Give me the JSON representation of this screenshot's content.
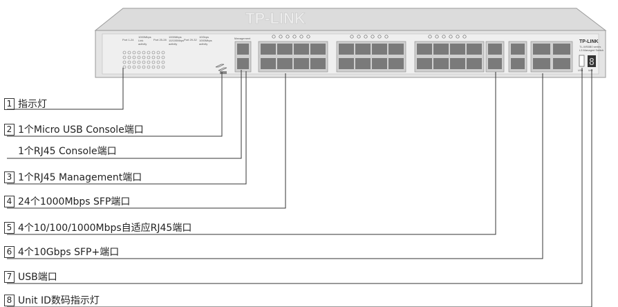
{
  "device": {
    "brand_logo": "TP-LINK",
    "front_logo": "TP-LINK",
    "model": "TL-WS6B0 series",
    "type": "L3 Managed Switch",
    "port_labels": {
      "management": "Management",
      "usb": "USB",
      "unit": "Unit"
    },
    "led_legend": [
      {
        "range": "Port 1-24",
        "items": [
          "1000Mbps",
          "Link",
          "activity"
        ]
      },
      {
        "range": "Port 25-28",
        "items": [
          "1000Mbps",
          "10/100Mbps",
          "activity"
        ]
      },
      {
        "range": "Port 29-32",
        "items": [
          "10Gbps",
          "1000Mbps",
          "activity"
        ]
      }
    ]
  },
  "callouts": [
    {
      "num": "1",
      "text": "指示灯"
    },
    {
      "num": "2",
      "text": "1个Micro USB Console端口"
    },
    {
      "num": "",
      "text": "1个RJ45 Console端口"
    },
    {
      "num": "3",
      "text": "1个RJ45 Management端口"
    },
    {
      "num": "4",
      "text": "24个1000Mbps SFP端口"
    },
    {
      "num": "5",
      "text": "4个10/100/1000Mbps自适应RJ45端口"
    },
    {
      "num": "6",
      "text": "4个10Gbps SFP+端口"
    },
    {
      "num": "7",
      "text": "USB端口"
    },
    {
      "num": "8",
      "text": "Unit ID数码指示灯"
    }
  ],
  "colors": {
    "chassis": "#d9d9d9",
    "panel": "#e8e8e8",
    "port": "#7a7a7a",
    "line": "#333333"
  }
}
